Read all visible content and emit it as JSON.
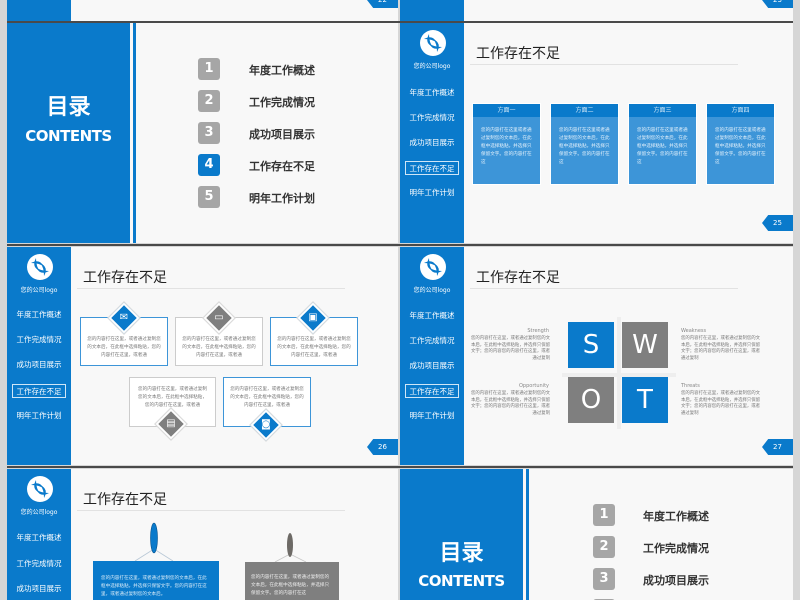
{
  "colors": {
    "accent": "#0a7acb",
    "gray": "#7f7f7f"
  },
  "logo_text": "您的公司logo",
  "nav": {
    "items": [
      "年度工作概述",
      "工作完成情况",
      "成功项目展示",
      "工作存在不足",
      "明年工作计划"
    ],
    "active_index": 3
  },
  "toc": {
    "title": "目录",
    "subtitle": "CONTENTS",
    "items": [
      {
        "num": "1",
        "label": "年度工作概述"
      },
      {
        "num": "2",
        "label": "工作完成情况"
      },
      {
        "num": "3",
        "label": "成功项目展示"
      },
      {
        "num": "4",
        "label": "工作存在不足"
      },
      {
        "num": "5",
        "label": "明年工作计划"
      }
    ],
    "active_index": 3
  },
  "section_title": "工作存在不足",
  "placeholder_short": "您的内容打在这里或者通过复制您的文本后，在此框中选择粘贴，并选择只保留文字。您的内容打在这",
  "placeholder_long": "您的内容打在这里，或者通过复制您的文本后，在此框中选择粘贴，您的内容打在这里，或者通",
  "placeholder_swot": "您的内容打在这里，或者通过复制您的文本后，在此框中选择粘贴，并选择只保留文字；您的内容您的内容打在这里，或者通过复制",
  "page_numbers": {
    "p22": "22",
    "p23": "23",
    "p25": "25",
    "p26": "26",
    "p27": "27"
  },
  "slide25": {
    "cards": [
      "方面一",
      "方面二",
      "方面三",
      "方面四"
    ]
  },
  "slide26": {
    "icons": [
      "chat-icon",
      "monitor-icon",
      "contact-book-icon",
      "computer-phone-icon",
      "camera-icon"
    ]
  },
  "slide27": {
    "letters": [
      "S",
      "W",
      "O",
      "T"
    ],
    "labels": [
      "Strength",
      "Weakness",
      "Opportunity",
      "Threats"
    ]
  },
  "slide28": {
    "blue_text": "您的内容打在这里，或者通过复制您的文本后，在此框中选择粘贴，并选择只保留文字。您的内容打在这里，或者通过复制您的文本后。",
    "gray_text": "您的内容打在这里，或者通过复制您的文本后，在此框中选择粘贴，并选择只保留文字。您的内容打在这"
  }
}
